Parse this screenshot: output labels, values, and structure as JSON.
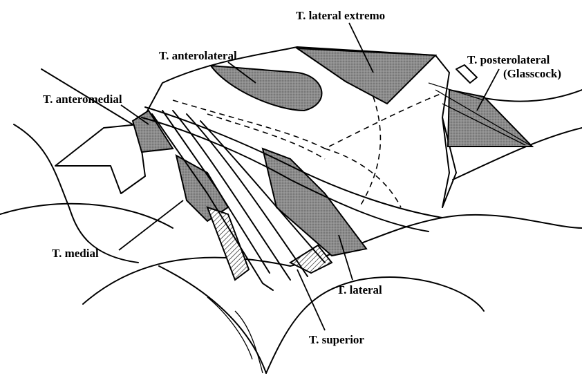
{
  "labels": {
    "lateral_extremo": "T. lateral extremo",
    "anterolateral": "T. anterolateral",
    "posterolateral": "T. posterolateral",
    "glasscock": "(Glasscock)",
    "anteromedial": "T. anteromedial",
    "medial": "T. medial",
    "lateral": "T. lateral",
    "superior": "T. superior"
  },
  "colors": {
    "stroke": "#000000",
    "shade": "#8c8c8c",
    "background": "#ffffff"
  }
}
